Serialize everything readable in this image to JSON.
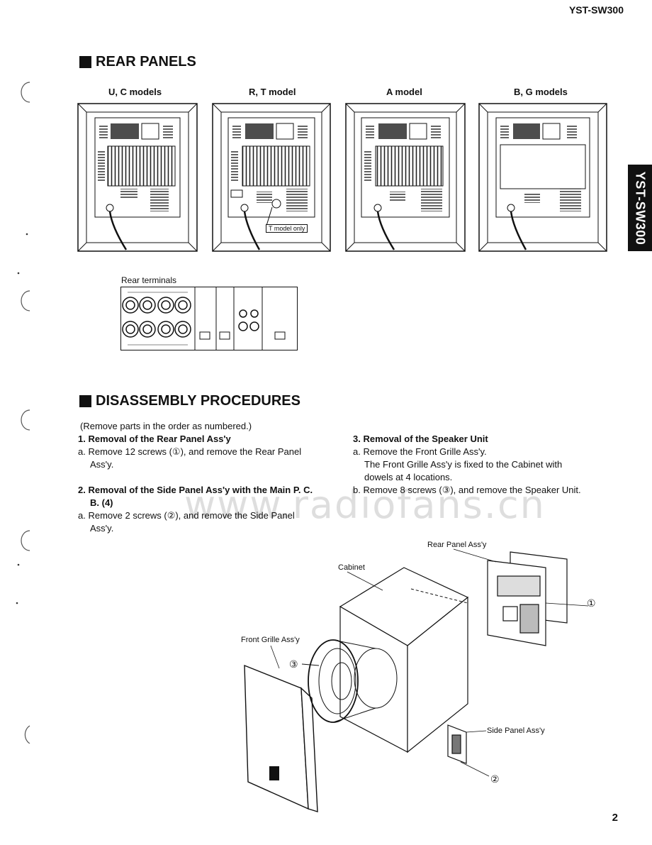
{
  "header": {
    "model": "YST-SW300"
  },
  "side_tab": {
    "text": "YST-SW300"
  },
  "rear_panels": {
    "title": "REAR PANELS",
    "models": [
      {
        "label": "U, C models"
      },
      {
        "label": "R, T model"
      },
      {
        "label": "A model"
      },
      {
        "label": "B, G models"
      }
    ],
    "t_model_note": "T model only",
    "rear_terminals_label": "Rear terminals"
  },
  "disassembly": {
    "title": "DISASSEMBLY PROCEDURES",
    "intro": "(Remove parts in the order as numbered.)",
    "step1": {
      "heading": "1.  Removal of the Rear Panel Ass'y",
      "a_line1": "a.  Remove 12 screws (①), and remove the Rear Panel",
      "a_line2": "Ass'y."
    },
    "step2": {
      "heading_line1": "2.  Removal of the Side Panel Ass'y with the Main P. C.",
      "heading_line2": "B. (4)",
      "a_line1": "a.  Remove 2 screws (②), and remove the Side Panel",
      "a_line2": "Ass'y."
    },
    "step3": {
      "heading": "3.  Removal of the Speaker Unit",
      "a_line1": "a.  Remove the Front Grille Ass'y.",
      "a_line2": "The Front Grille Ass'y is fixed to the Cabinet with",
      "a_line3": "dowels at 4 locations.",
      "b_line1": "b.  Remove 8 screws (③), and remove the Speaker Unit."
    }
  },
  "exploded_view": {
    "rear_panel_label": "Rear Panel Ass'y",
    "cabinet_label": "Cabinet",
    "front_grille_label": "Front Grille Ass'y",
    "side_panel_label": "Side Panel Ass'y",
    "marker1": "①",
    "marker2": "②",
    "marker3": "③"
  },
  "watermark": "www.radiofans.cn",
  "page_number": "2"
}
